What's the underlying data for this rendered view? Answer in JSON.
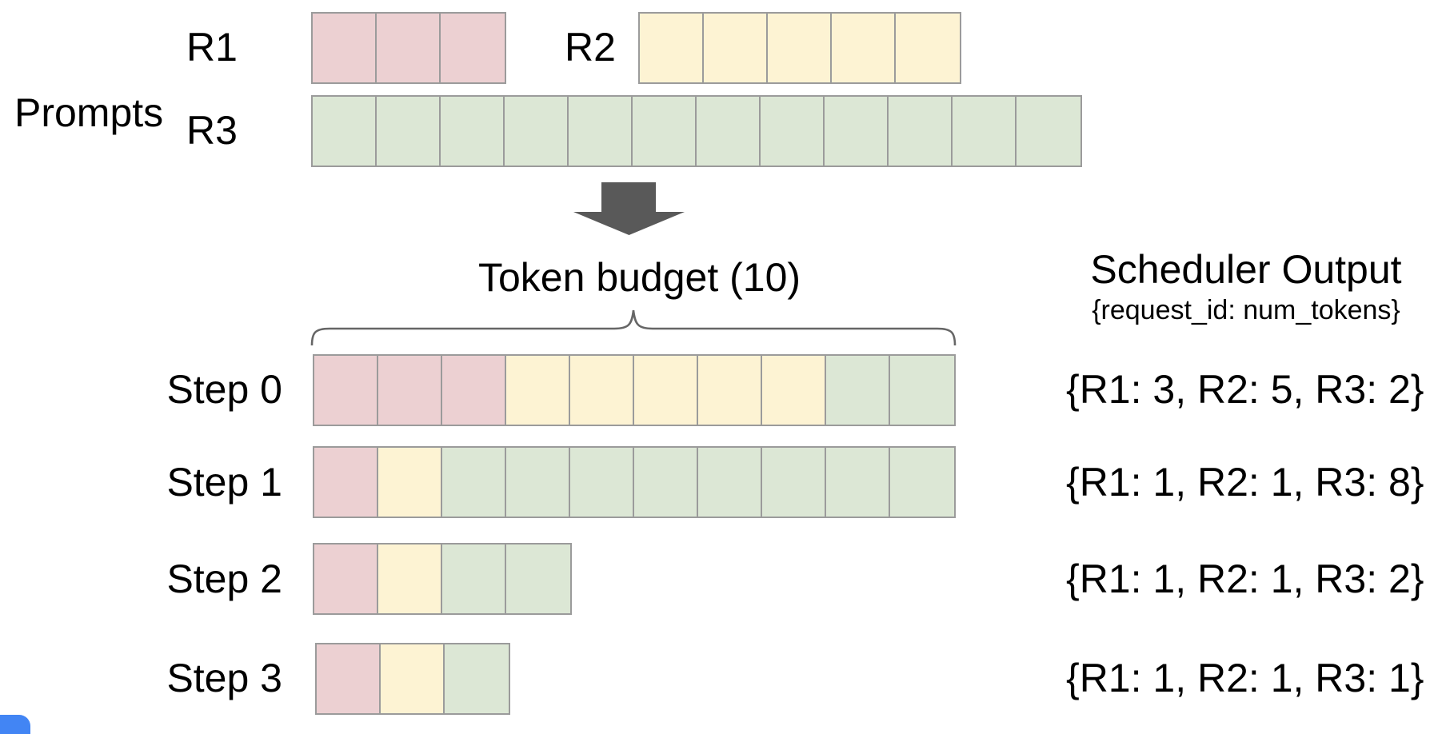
{
  "prompts": {
    "label": "Prompts",
    "requests": [
      {
        "id": "R1",
        "tokens": 3
      },
      {
        "id": "R2",
        "tokens": 5
      },
      {
        "id": "R3",
        "tokens": 12
      }
    ]
  },
  "arrow": {
    "icon": "down-arrow-icon"
  },
  "token_budget": {
    "label": "Token budget (10)",
    "value": 10
  },
  "scheduler_output": {
    "title": "Scheduler Output",
    "subtitle": "{request_id: num_tokens}"
  },
  "steps": [
    {
      "label": "Step 0",
      "allocation": {
        "R1": 3,
        "R2": 5,
        "R3": 2
      },
      "output": "{R1: 3, R2: 5, R3: 2}"
    },
    {
      "label": "Step 1",
      "allocation": {
        "R1": 1,
        "R2": 1,
        "R3": 8
      },
      "output": "{R1: 1, R2: 1, R3: 8}"
    },
    {
      "label": "Step 2",
      "allocation": {
        "R1": 1,
        "R2": 1,
        "R3": 2
      },
      "output": "{R1: 1, R2: 1, R3: 2}"
    },
    {
      "label": "Step 3",
      "allocation": {
        "R1": 1,
        "R2": 1,
        "R3": 1
      },
      "output": "{R1: 1, R2: 1, R3: 1}"
    }
  ],
  "colors": {
    "r1": "#ecd0d2",
    "r2": "#fdf3d3",
    "r3": "#dce7d5",
    "cell_border": "#9b9b9b",
    "arrow": "#595959",
    "brace": "#666666",
    "corner_accent": "#4285f4"
  }
}
